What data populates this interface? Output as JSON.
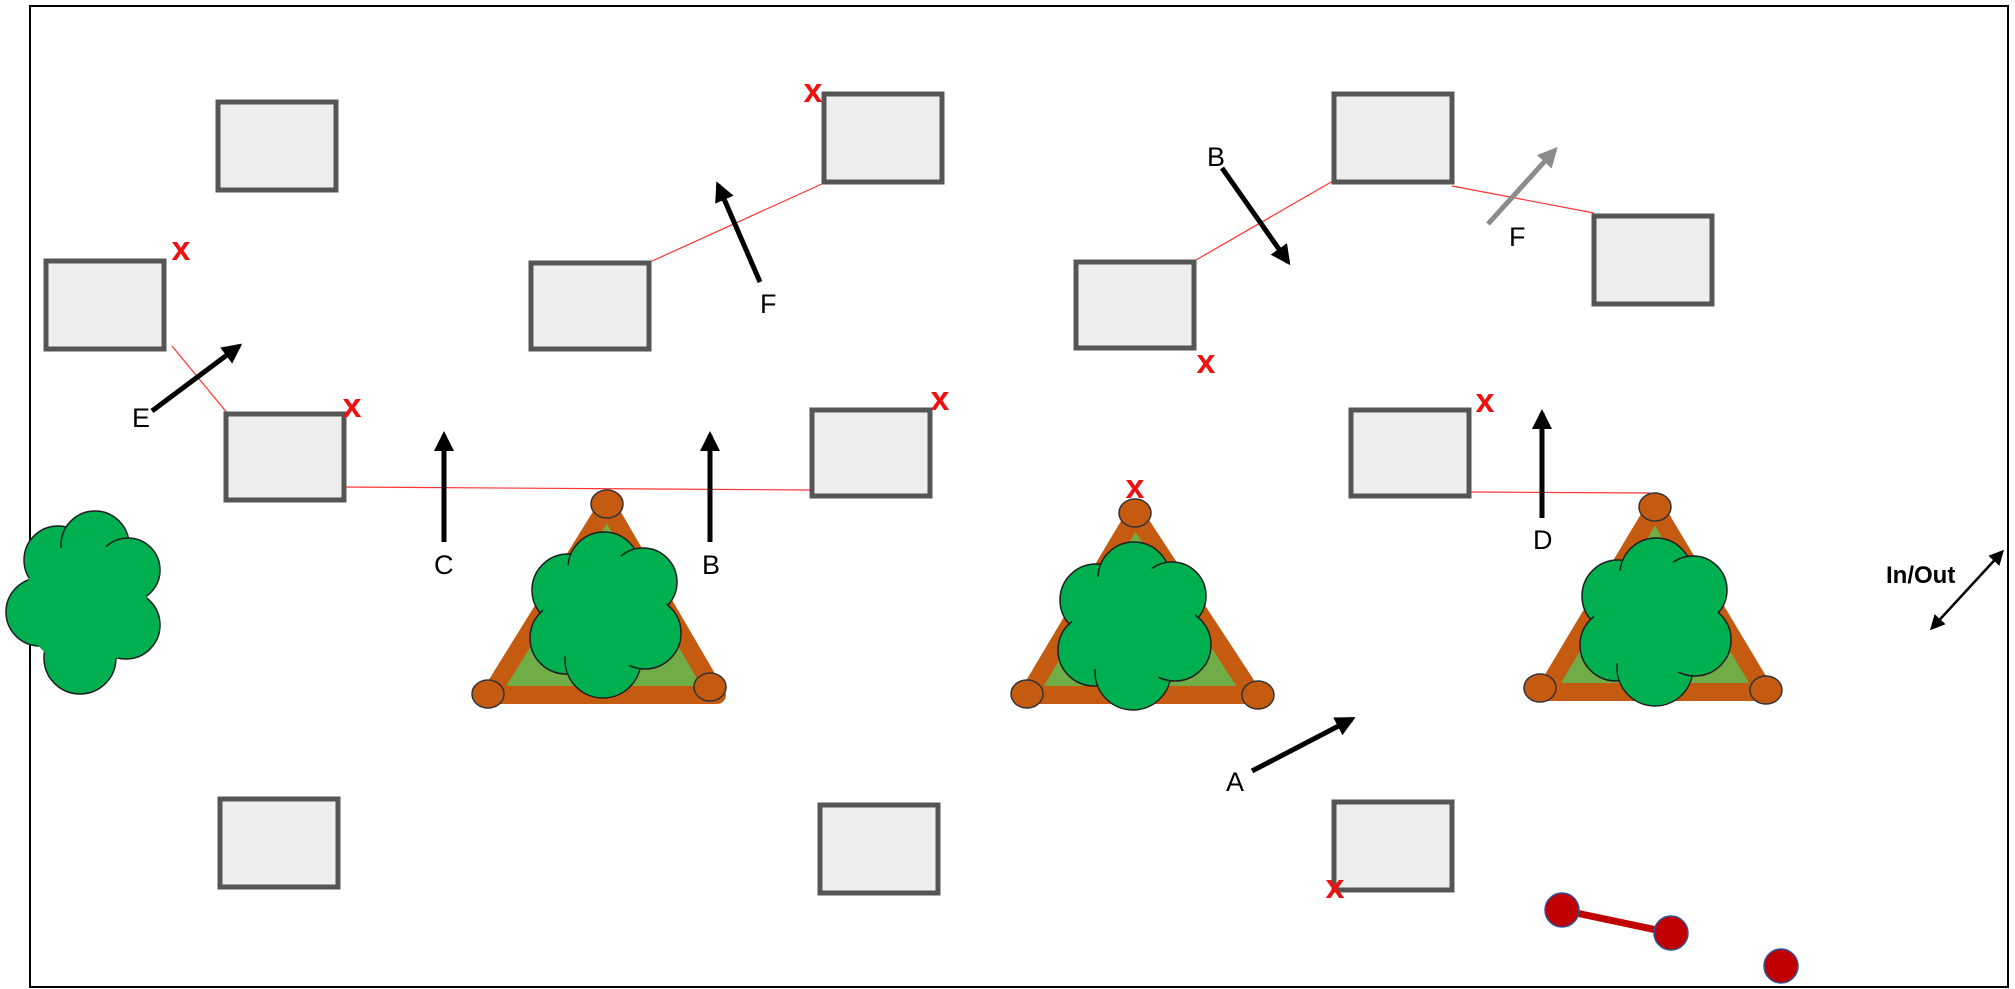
{
  "labels": {
    "a": "A",
    "b1": "B",
    "b2": "B",
    "c": "C",
    "d": "D",
    "e": "E",
    "f1": "F",
    "f2": "F",
    "in_out": "In/Out"
  },
  "marker": "x",
  "colors": {
    "frame": "#000000",
    "box_fill": "#eeeeee",
    "box_stroke": "#555555",
    "x_marker": "#ee1111",
    "thin_line": "#ff3333",
    "arrow": "#000000",
    "arrow_gray": "#8c8c8c",
    "tree": "#00b050",
    "triangle_outer": "#c55a11",
    "triangle_inner": "#70ad47",
    "node": "#c00000"
  }
}
